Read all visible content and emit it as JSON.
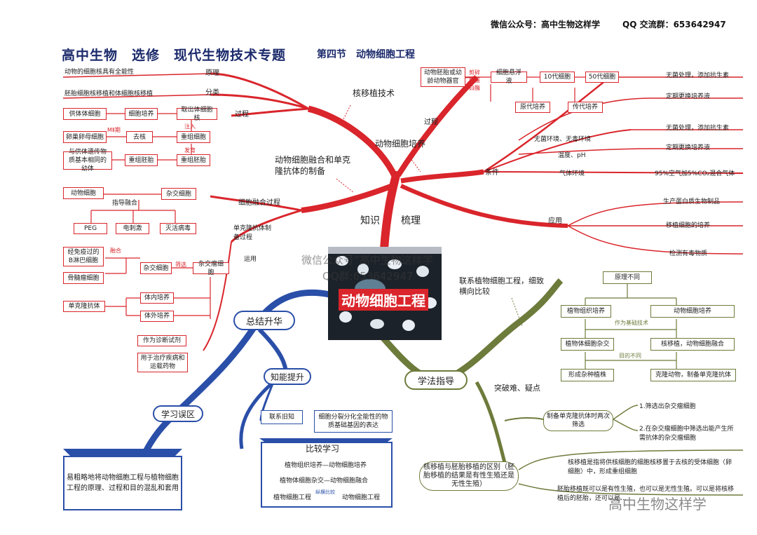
{
  "header": {
    "wechat": "微信公众号：高中生物这样学",
    "qq": "QQ 交流群：653642947"
  },
  "title": {
    "main": "高中生物　选修　现代生物技术专题",
    "section": "第四节　动物细胞工程"
  },
  "center": {
    "label": "动物细胞工程",
    "knowledge": "知识",
    "sort": "梳理",
    "watermark1": "微信公众号“高中生物这样学",
    "watermark2": "QQ群:653642947"
  },
  "nuclear": {
    "branch": "核移植技术",
    "principle": "原理",
    "principle_text": "动物的细胞核具有全能性",
    "classify": "分类",
    "classify_text": "胚胎细胞核移植和体细胞核移植",
    "process": "过程",
    "donor": "供体体细胞",
    "culture": "细胞培养",
    "take_cell": "取出体细胞核",
    "egg": "卵巢卵母细胞",
    "mii": "MⅡ期",
    "enucleate": "去核",
    "inject": "注入",
    "recomb_cell": "重组细胞",
    "develop": "发育",
    "recomb_embryo": "重组胚胎",
    "recipient": "与供体遗传物质基本相同的幼体",
    "recomb_embryo2": "重组胚胎"
  },
  "fusion": {
    "branch": "动物细胞融合和单克隆抗体的制备",
    "fusion_process": "细胞融合过程",
    "animal_cell": "动物细胞",
    "hybrid": "杂交细胞",
    "induce": "指导融合",
    "peg": "PEG",
    "electric": "电刺激",
    "virus": "灭活病毒",
    "mab_process": "单克隆抗体制备过程",
    "apply": "运用",
    "b_cell": "经免疫过的B淋巴细胞",
    "merge": "融合",
    "myeloma": "骨髓瘤细胞",
    "hybrid_cell": "杂交细胞",
    "screen": "筛选",
    "hybridoma": "杂交瘤细胞",
    "in_vivo": "体内培养",
    "in_vitro": "体外培养",
    "mab": "单克隆抗体",
    "diag": "作为诊断试剂",
    "treat": "用于治疗疾病和运载药物"
  },
  "culture": {
    "branch": "动物细胞培养",
    "process": "过程",
    "source": "动物胚胎或幼龄动物器官",
    "trypsin": "剪碎 胰蛋白酶",
    "suspension": "细胞悬浮液",
    "gen10": "10代细胞",
    "gen50": "50代细胞",
    "primary": "原代培养",
    "passage": "传代培养",
    "conditions": "条件",
    "sterile": "无菌环境、无毒环境",
    "c1": "无菌处理，添加抗生素",
    "c2": "定期更换培养液",
    "c3": "无菌处理，添加抗生素",
    "c4": "定期更换培养液",
    "temp": "温度、pH",
    "gas": "气体环境",
    "gas_text": "95%空气加5%CO₂混合气体",
    "application": "应用",
    "a1": "生产蛋白质生物制品",
    "a2": "移植细胞的培养",
    "a3": "检测有毒物质"
  },
  "method": {
    "branch": "学法指导",
    "link": "联系植物细胞工程，细致横向比较",
    "principle_diff": "原理不同",
    "plant_culture": "植物组织培养",
    "animal_culture": "动物细胞培养",
    "basis": "作为基础技术",
    "plant_fusion": "植物体细胞杂交",
    "animal_nuc": "核移植，动物细胞融合",
    "purpose_diff": "目的不同",
    "hybrid_plant": "形成杂种植株",
    "clone": "克隆动物，制备单克隆抗体",
    "hard": "突破难、疑点",
    "twice": "制备单克隆抗体时两次筛选",
    "s1": "1.筛选出杂交瘤细胞",
    "s2": "2.在杂交瘤细胞中筛选出能产生所需抗体的杂交瘤细胞",
    "nt_vs_et": "核移植与胚胎移植的区别（胚胎移植的结果是有性生殖还是无性生殖）",
    "nt_text": "核移植是指将供核细胞的细胞核移置于去核的受体细胞（卵细胞）中，形成重组细胞",
    "et_text": "胚胎移植既可以是有性生殖，也可以是无性生殖。可以是将核移植后的胚胎，还可以是..."
  },
  "summary": {
    "branch": "总结升华",
    "ability": "知能提升",
    "mistakes": "学习误区",
    "mistake_text": "易粗略地将动物细胞工程与植物细胞工程的原理、过程和目的混乱和套用",
    "review": "联系旧知",
    "review_text": "细胞分裂分化全能性的物质基础基因的表达",
    "compare": "比较学习",
    "cmp1": "植物组织培养—动物细胞培养",
    "cmp2": "植物体细胞杂交—动物细胞融合",
    "cmp3a": "植物细胞工程",
    "cmp3note": "纵横比较",
    "cmp3b": "动物细胞工程"
  },
  "footer": {
    "brand": "高中生物这样学"
  },
  "colors": {
    "red": "#d9252b",
    "blue": "#2a4fa8",
    "green": "#6d7b3b",
    "title": "#1b2a6b"
  }
}
